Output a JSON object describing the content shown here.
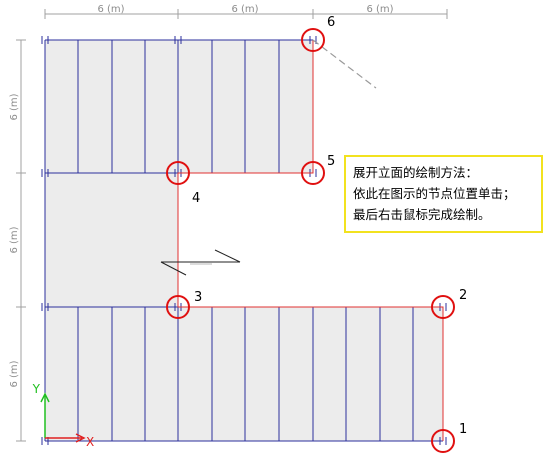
{
  "dimensions": {
    "top": [
      "6 (m)",
      "6 (m)",
      "6 (m)"
    ],
    "left": [
      "6 (m)",
      "6 (m)",
      "6 (m)"
    ]
  },
  "nodes": [
    {
      "label": "1"
    },
    {
      "label": "2"
    },
    {
      "label": "3"
    },
    {
      "label": "4"
    },
    {
      "label": "5"
    },
    {
      "label": "6"
    }
  ],
  "axes": {
    "x": "X",
    "y": "Y"
  },
  "note": {
    "line1": "展开立面的绘制方法：",
    "line2": "依此在图示的节点位置单击；",
    "line3": "最后右击鼠标完成绘制。"
  },
  "colors": {
    "slab_fill": "#ececec",
    "grid_line": "#2b2f9c",
    "draw_line": "#e03030",
    "node_circle": "#e01010",
    "dim_line": "#a0a0a0",
    "note_border": "#f2e21f",
    "axis_x": "#e02020",
    "axis_y": "#20c020"
  }
}
